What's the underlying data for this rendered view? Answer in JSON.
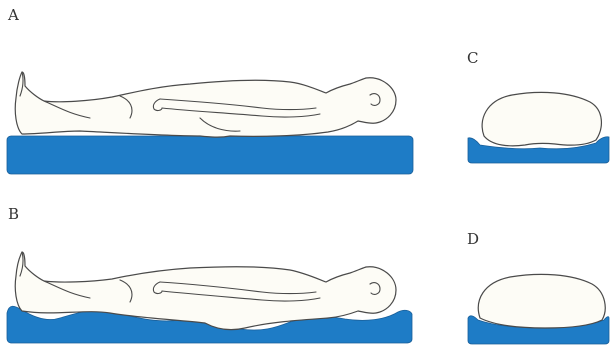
{
  "panels": [
    {
      "id": "A",
      "label": "A"
    },
    {
      "id": "B",
      "label": "B"
    },
    {
      "id": "C",
      "label": "C"
    },
    {
      "id": "D",
      "label": "D"
    }
  ],
  "colors": {
    "mattress": "#1e7cc6",
    "outline": "#4a4a4a",
    "skin_fill": "#fdfcf6"
  }
}
